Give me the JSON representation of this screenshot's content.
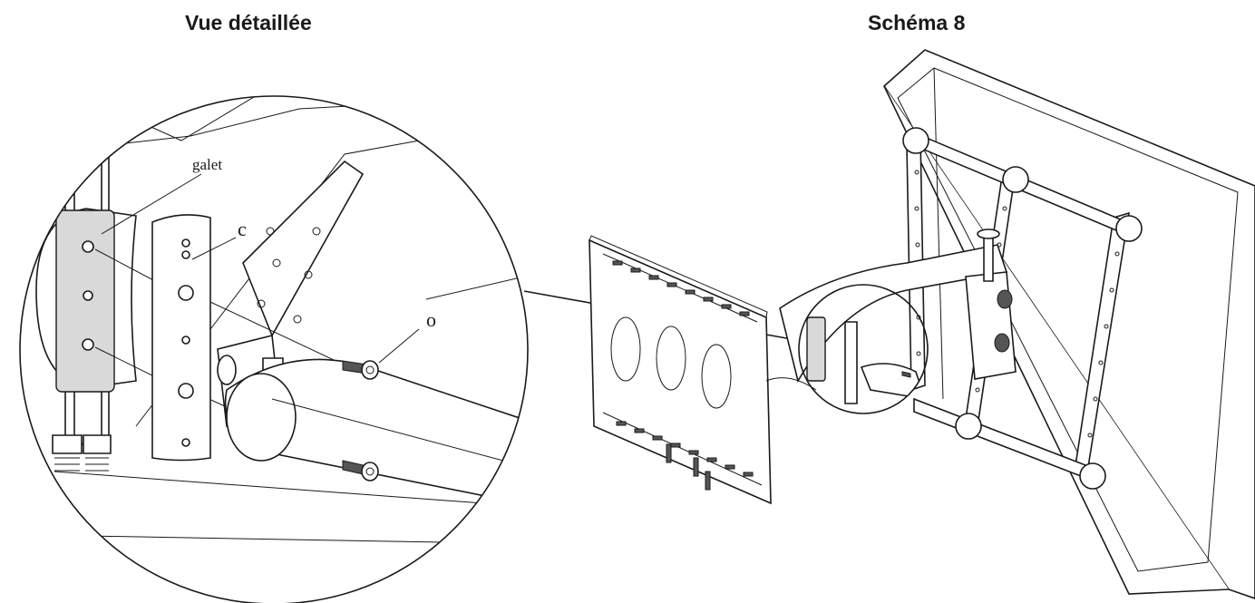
{
  "titles": {
    "detail_view": "Vue détaillée",
    "diagram": "Schéma 8"
  },
  "labels": {
    "roller": "galet",
    "part_c": "c",
    "part_o": "o"
  }
}
